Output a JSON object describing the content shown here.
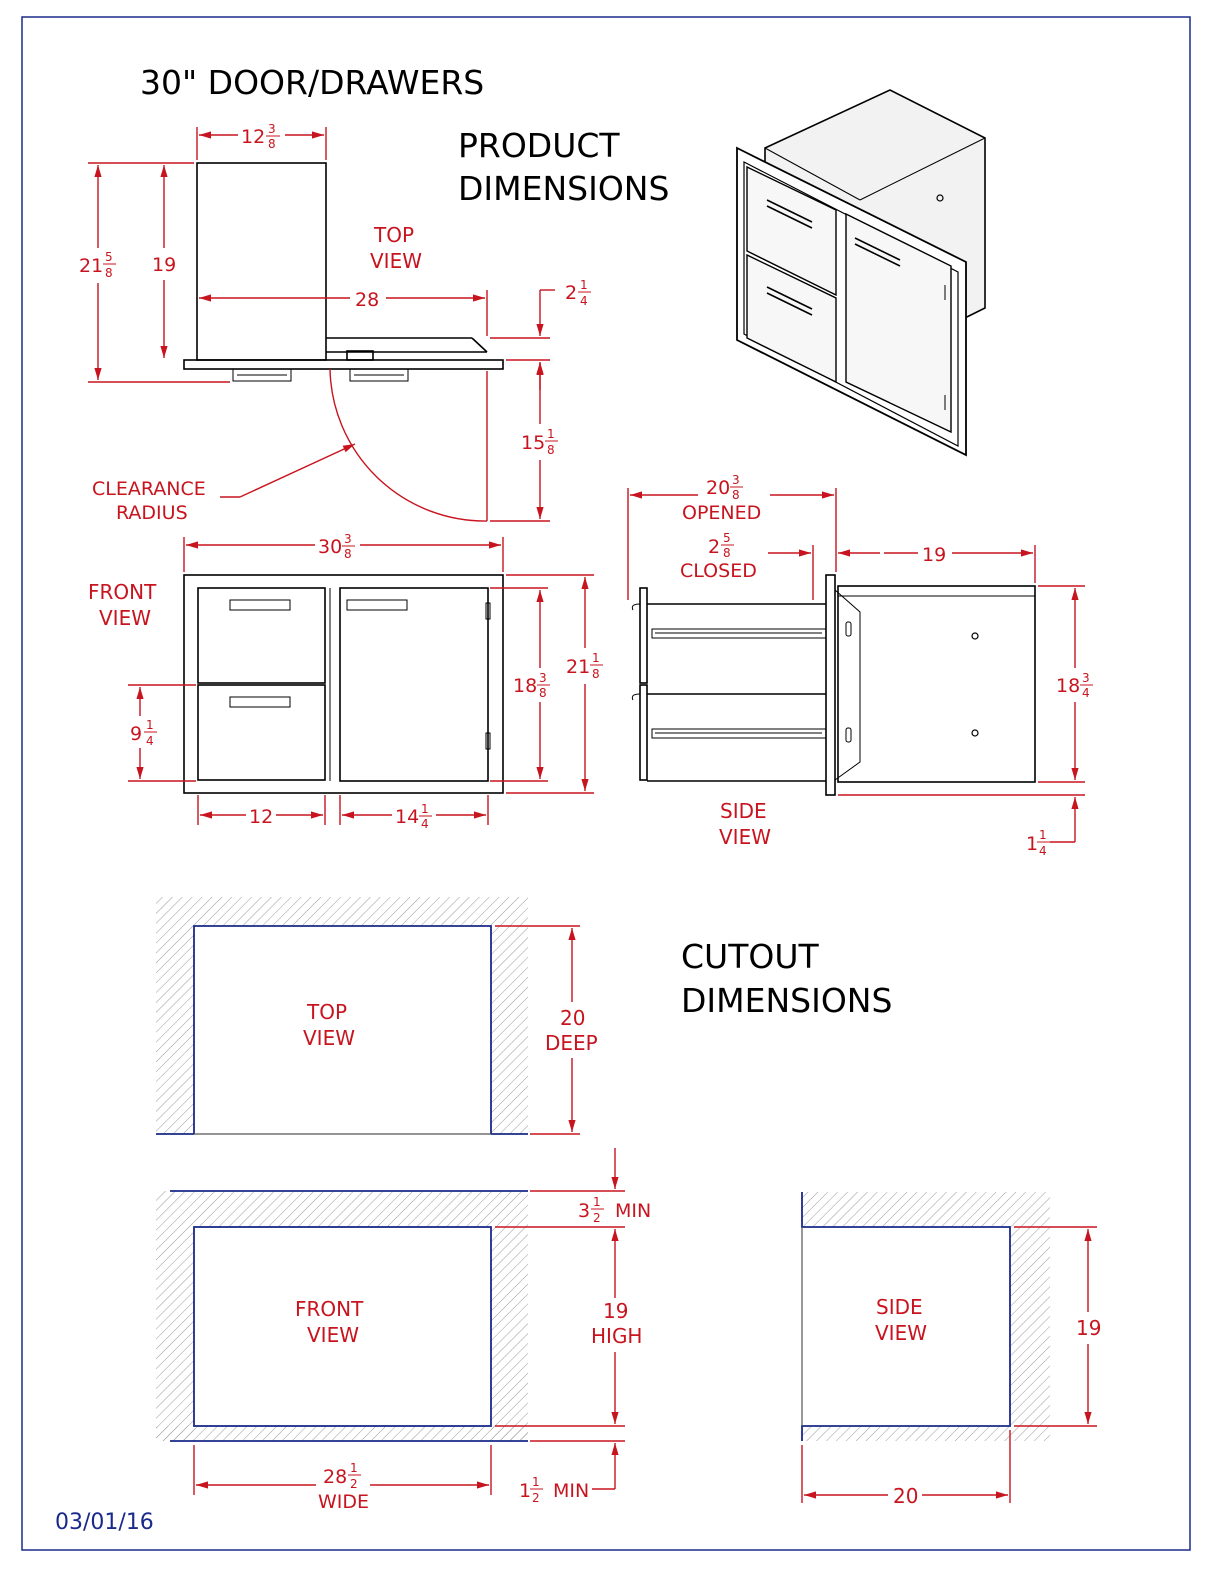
{
  "title": "30\" DOOR/DRAWERS",
  "product_heading": [
    "PRODUCT",
    "DIMENSIONS"
  ],
  "cutout_heading": [
    "CUTOUT",
    "DIMENSIONS"
  ],
  "date": "03/01/16",
  "colors": {
    "annotation": "#c8141e",
    "cutout_line": "#1a2a8a",
    "border": "#1a2a8a",
    "object": "#000000"
  },
  "product_top_view": {
    "label": [
      "TOP",
      "VIEW"
    ],
    "dims": {
      "frame_width": {
        "whole": "12",
        "num": "3",
        "den": "8"
      },
      "overall_depth": {
        "whole": "21",
        "num": "5",
        "den": "8"
      },
      "body_depth": "19",
      "open_depth": "28",
      "frame_thickness": {
        "whole": "2",
        "num": "1",
        "den": "4"
      },
      "swing": {
        "whole": "15",
        "num": "1",
        "den": "8"
      }
    },
    "clearance_label": [
      "CLEARANCE",
      "RADIUS"
    ]
  },
  "product_front_view": {
    "label": [
      "FRONT",
      "VIEW"
    ],
    "dims": {
      "overall_width": {
        "whole": "30",
        "num": "3",
        "den": "8"
      },
      "door_height": {
        "whole": "18",
        "num": "3",
        "den": "8"
      },
      "overall_height": {
        "whole": "21",
        "num": "1",
        "den": "8"
      },
      "drawer_height": {
        "whole": "9",
        "num": "1",
        "den": "4"
      },
      "drawer_width": "12",
      "door_width": {
        "whole": "14",
        "num": "1",
        "den": "4"
      }
    }
  },
  "product_side_view": {
    "label": [
      "SIDE",
      "VIEW"
    ],
    "dims": {
      "opened": {
        "whole": "20",
        "num": "3",
        "den": "8",
        "note": "OPENED"
      },
      "closed": {
        "whole": "2",
        "num": "5",
        "den": "8",
        "note": "CLOSED"
      },
      "body_depth": "19",
      "body_height": {
        "whole": "18",
        "num": "3",
        "den": "4"
      },
      "bottom_offset": {
        "whole": "1",
        "num": "1",
        "den": "4"
      }
    }
  },
  "cutout_top_view": {
    "label": [
      "TOP",
      "VIEW"
    ],
    "depth": [
      "20",
      "DEEP"
    ]
  },
  "cutout_front_view": {
    "label": [
      "FRONT",
      "VIEW"
    ],
    "top_min": {
      "whole": "3",
      "num": "1",
      "den": "2",
      "note": "MIN"
    },
    "height": [
      "19",
      "HIGH"
    ],
    "width": {
      "whole": "28",
      "num": "1",
      "den": "2",
      "note": "WIDE"
    },
    "bottom_min": {
      "whole": "1",
      "num": "1",
      "den": "2",
      "note": "MIN"
    }
  },
  "cutout_side_view": {
    "label": [
      "SIDE",
      "VIEW"
    ],
    "height": "19",
    "depth": "20"
  }
}
